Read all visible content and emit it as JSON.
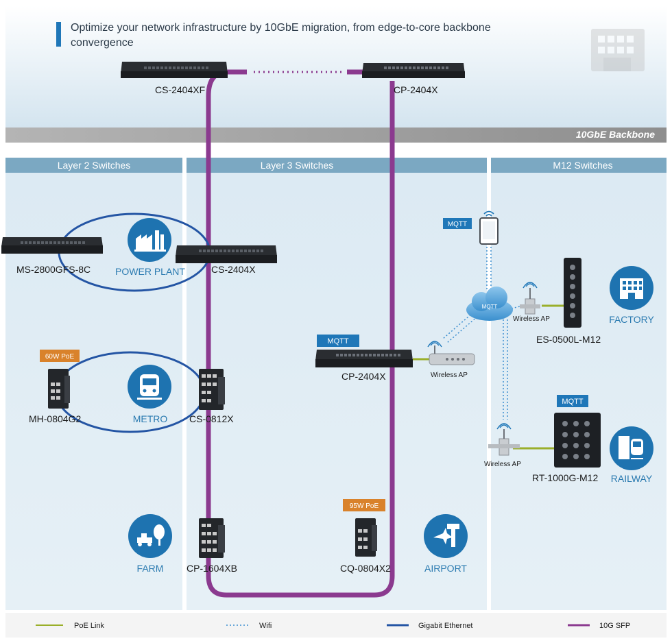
{
  "headline": "Optimize your network infrastructure by 10GbE migration, from edge-to-core backbone convergence",
  "backbone_label": "10GbE Backbone",
  "sections": {
    "layer2": "Layer 2 Switches",
    "layer3": "Layer 3 Switches",
    "m12": "M12 Switches"
  },
  "devices": {
    "cs2404xf": "CS-2404XF",
    "cp2404x_top": "CP-2404X",
    "ms2800": "MS-2800GFS-8C",
    "cs2404x": "CS-2404X",
    "mh0804": "MH-0804G2",
    "cs0812": "CS-0812X",
    "cp2404x_mid": "CP-2404X",
    "cp1604": "CP-1604XB",
    "cq0804": "CQ-0804X2",
    "es0500": "ES-0500L-M12",
    "rt1000": "RT-1000G-M12"
  },
  "zones": {
    "power_plant": "POWER PLANT",
    "metro": "METRO",
    "farm": "FARM",
    "airport": "AIRPORT",
    "factory": "FACTORY",
    "railway": "RAILWAY"
  },
  "tags": {
    "mqtt": "MQTT",
    "poe60": "60W PoE",
    "poe95": "95W PoE",
    "wireless_ap": "Wireless AP"
  },
  "legend": {
    "poe": "PoE Link",
    "wifi": "Wifi",
    "gigabit": "Gigabit Ethernet",
    "sfp": "10G SFP"
  },
  "colors": {
    "accent_blue": "#1f77b8",
    "sfp_purple": "#8b3a8f",
    "poe_green": "#9aaf2a",
    "wifi_dotted": "#3d8fd0",
    "gigabit_blue": "#2455a4",
    "poe_tag_orange": "#d9822b",
    "section_header": "#7ba8c2",
    "zone_circle": "#1e73b0"
  }
}
